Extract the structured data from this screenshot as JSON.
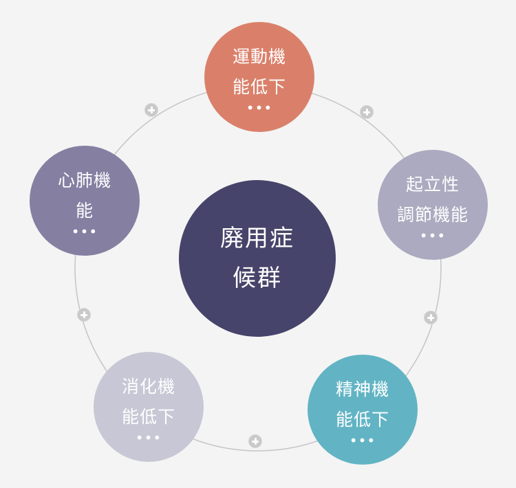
{
  "center": {
    "lines": [
      "廃用症",
      "候群"
    ],
    "color": "#46446a"
  },
  "nodes": [
    {
      "id": "motor",
      "lines": [
        "運動機",
        "能低下"
      ],
      "more": "•••",
      "color": "#da806a"
    },
    {
      "id": "orthostatic",
      "lines": [
        "起立性",
        "調節機能"
      ],
      "more": "•••",
      "color": "#abaac0"
    },
    {
      "id": "mental",
      "lines": [
        "精神機",
        "能低下"
      ],
      "more": "•••",
      "color": "#62b4c4"
    },
    {
      "id": "digestive",
      "lines": [
        "消化機",
        "能低下"
      ],
      "more": "•••",
      "color": "#c7c7d5"
    },
    {
      "id": "cardiopulmonary",
      "lines": [
        "心肺機",
        "能"
      ],
      "more": "•••",
      "color": "#857fa2"
    }
  ],
  "ring_color": "#c4c4c4",
  "connector_icon": "plus-icon"
}
